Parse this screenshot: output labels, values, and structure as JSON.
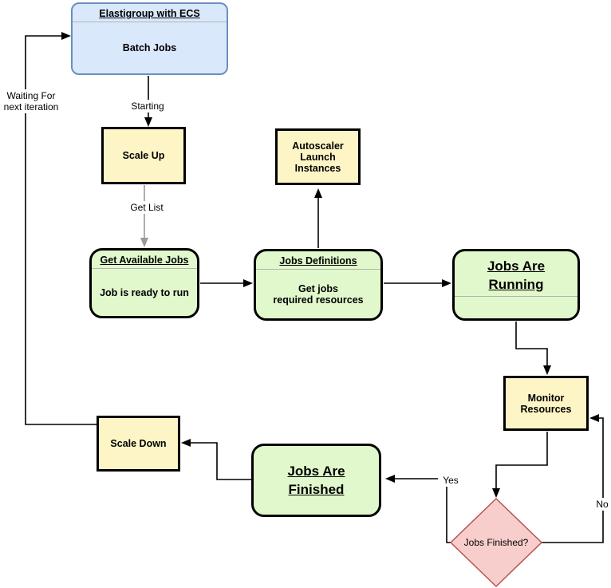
{
  "diagram": {
    "nodes": {
      "elastigroup": {
        "title": "Elastigroup with ECS",
        "body": "Batch Jobs"
      },
      "scale_up": {
        "label": "Scale Up"
      },
      "autoscaler": {
        "label": "Autoscaler\nLaunch\nInstances"
      },
      "get_available_jobs": {
        "title": "Get Available Jobs",
        "body": "Job is ready to run"
      },
      "jobs_definitions": {
        "title": "Jobs Definitions",
        "body": "Get jobs\nrequired resources"
      },
      "jobs_are_running": {
        "title": "Jobs Are\nRunning"
      },
      "monitor_resources": {
        "label": "Monitor\nResources"
      },
      "jobs_finished_decision": {
        "label": "Jobs Finished?"
      },
      "jobs_are_finished": {
        "title": "Jobs Are\nFinished"
      },
      "scale_down": {
        "label": "Scale Down"
      }
    },
    "edge_labels": {
      "waiting": "Waiting For\nnext iteration",
      "starting": "Starting",
      "get_list": "Get List",
      "yes": "Yes",
      "no": "No"
    },
    "colors": {
      "blue_fill": "#dae8fc",
      "blue_border": "#6c8ebf",
      "yellow_fill": "#fdf5c6",
      "green_fill": "#e1f8cc",
      "pink_fill": "#f8cecc",
      "pink_border": "#b85450",
      "node_border": "#000000",
      "edge_black": "#000000",
      "edge_gray": "#999999"
    }
  }
}
